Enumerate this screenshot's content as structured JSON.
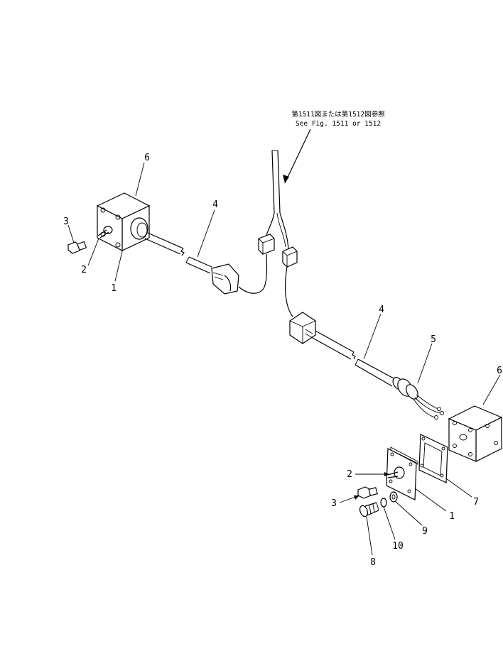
{
  "reference_note": {
    "line1": "第1511図または第1512図参照",
    "line2": "See Fig. 1511 or 1512"
  },
  "callouts": {
    "left_box": "6",
    "left_bolt": "3",
    "left_switch": "2",
    "left_plate": "1",
    "upper_harness": "4",
    "lower_harness": "4",
    "grommet": "5",
    "right_box": "6",
    "right_switch": "2",
    "right_bolt": "3",
    "right_plate": "1",
    "gasket": "7",
    "washer": "9",
    "lockwasher": "10",
    "screw": "8"
  }
}
